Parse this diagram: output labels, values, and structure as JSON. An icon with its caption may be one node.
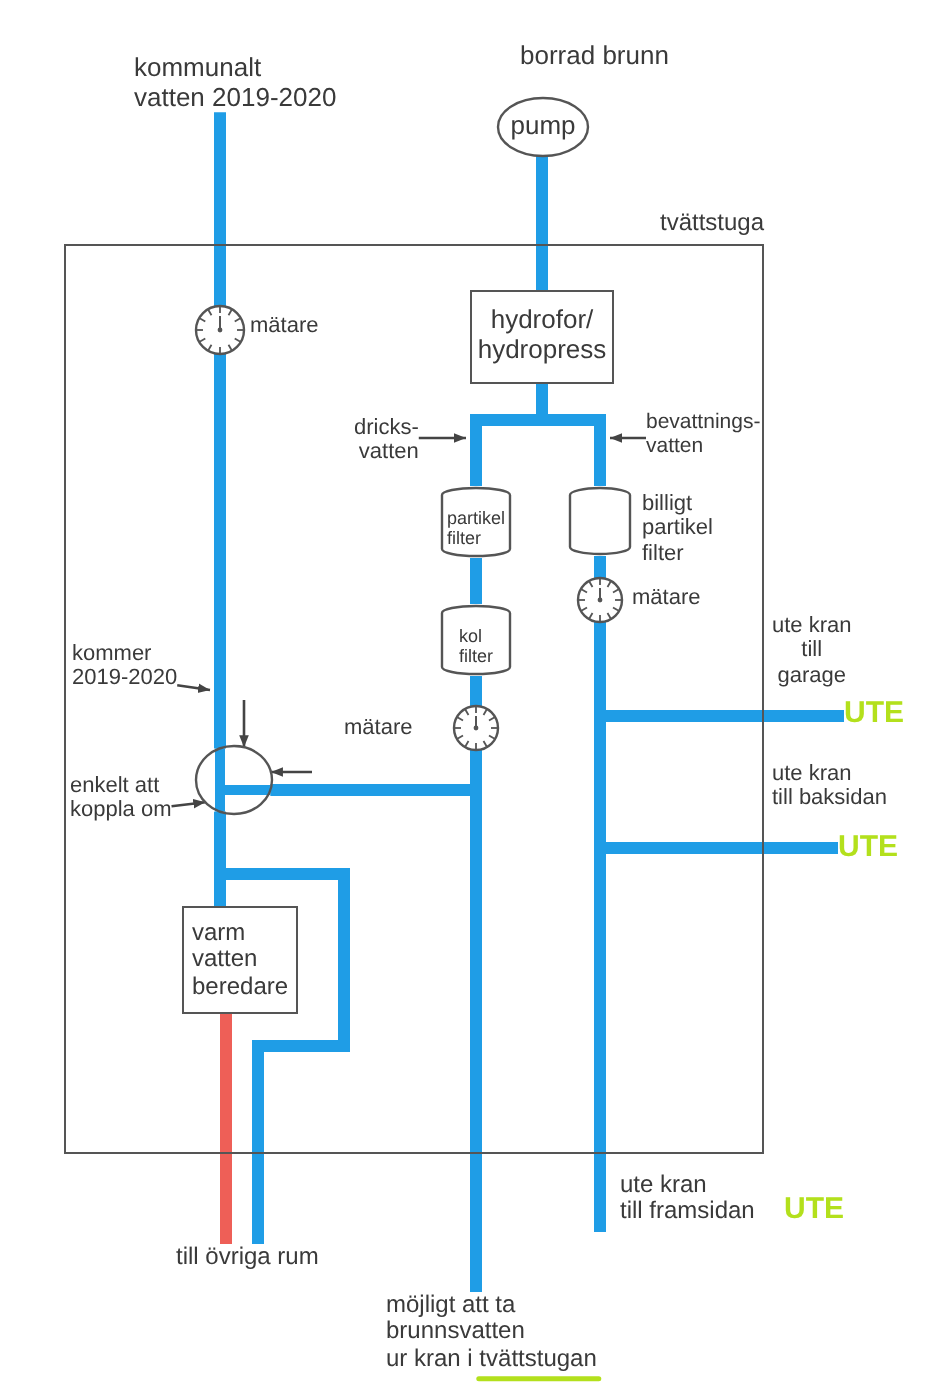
{
  "diagram": {
    "nodes": [
      {
        "text": [
          "kommunalt vatten 2019-2020"
        ]
      },
      {
        "text": [
          "borrad brunn",
          "pump"
        ]
      },
      {
        "text": [
          "tvättstuga"
        ]
      },
      {
        "text": [],
        "shape": "circle",
        "beside": [
          "mätare"
        ],
        "in": 2
      },
      {
        "text": [
          "hydrofor/ hydropress"
        ],
        "in": 2
      },
      {
        "text": [
          "dricks- vatten"
        ],
        "in": 2
      },
      {
        "text": [
          "bevattnings- vatten"
        ],
        "in": 2
      },
      {
        "text": [
          "partikel filter"
        ],
        "in": 2
      },
      {
        "text": [],
        "shape": "cylinder",
        "beside": [
          "billigt partikel filter"
        ],
        "in": 2
      },
      {
        "text": [],
        "shape": "circle",
        "beside": [
          "mätare"
        ],
        "in": 2
      },
      {
        "text": [
          "kol filter"
        ],
        "in": 2
      },
      {
        "text": [
          "kommer 2019-2020"
        ],
        "in": 2
      },
      {
        "text": [
          "UTE"
        ],
        "beside": [
          "ute kran till garage"
        ]
      },
      {
        "text": [],
        "shape": "circle",
        "beside": [
          "mätare"
        ],
        "in": 2
      },
      {
        "text": [],
        "shape": "circle",
        "in": 2
      },
      {
        "text": [
          "enkelt att koppla om"
        ],
        "in": 2
      },
      {
        "text": [
          "UTE"
        ],
        "beside": [
          "ute kran till baksidan"
        ]
      },
      {
        "text": [
          "varm vatten beredare"
        ],
        "in": 2
      },
      {
        "text": [
          "till övriga rum"
        ]
      },
      {
        "text": [
          "möjligt att ta brunnsvatten ur kran i tvättstugan"
        ]
      }
    ],
    "edges": [
      {
        "from": 0,
        "to": 3,
        "arrow": "none"
      },
      {
        "from": 3,
        "to": 14,
        "arrow": "none"
      },
      {
        "from": 1,
        "to": 4,
        "arrow": "none"
      },
      {
        "from": 4,
        "to": 7,
        "arrow": "none"
      },
      {
        "from": 4,
        "to": 8,
        "arrow": "none"
      },
      {
        "from": 7,
        "to": 10,
        "arrow": "none"
      },
      {
        "from": 10,
        "to": 13,
        "arrow": "none"
      },
      {
        "from": 13,
        "to": 14,
        "arrow": "none"
      },
      {
        "from": 13,
        "to": 19,
        "arrow": "none"
      },
      {
        "from": 8,
        "to": 9,
        "arrow": "none"
      },
      {
        "from": 9,
        "to": 12,
        "arrow": "none"
      },
      {
        "from": 9,
        "to": 16,
        "arrow": "none"
      },
      {
        "from": 9,
        "to": null,
        "arrow": "none"
      },
      {
        "from": 14,
        "to": 17,
        "arrow": "none"
      },
      {
        "from": 14,
        "to": 18,
        "arrow": "none"
      },
      {
        "from": 17,
        "to": 18,
        "arrow": "none",
        "color": "#ee5f57"
      },
      {
        "from": 5,
        "to": null,
        "arrow": "to",
        "color": "#444444"
      },
      {
        "from": 6,
        "to": null,
        "arrow": "to",
        "color": "#444444"
      },
      {
        "from": 11,
        "to": null,
        "arrow": "to",
        "color": "#444444"
      },
      {
        "from": null,
        "to": 14,
        "arrow": "to",
        "color": "#444444"
      },
      {
        "from": null,
        "to": 14,
        "arrow": "to",
        "color": "#444444"
      },
      {
        "from": 15,
        "to": 14,
        "arrow": "to",
        "color": "#444444"
      }
    ],
    "labels": [
      "ute kran till framsidan",
      "UTE"
    ]
  }
}
